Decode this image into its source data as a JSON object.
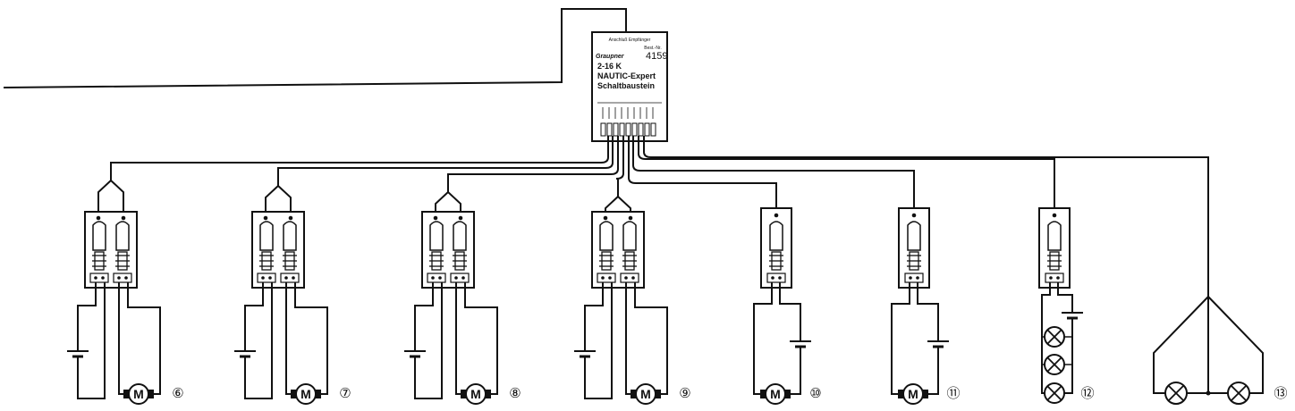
{
  "module": {
    "brand": "Graupner",
    "best_nr_label": "Best.-Nr.",
    "part_number": "4159",
    "top_label": "Anschluß Empfänger",
    "model": "2-16 K",
    "name": "NAUTIC-Expert",
    "type": "Schaltbaustein"
  },
  "outputs": [
    {
      "id": "6",
      "label": "⑥",
      "load": "motor",
      "switch": "double"
    },
    {
      "id": "7",
      "label": "⑦",
      "load": "motor",
      "switch": "double"
    },
    {
      "id": "8",
      "label": "⑧",
      "load": "motor",
      "switch": "double"
    },
    {
      "id": "9",
      "label": "⑨",
      "load": "motor",
      "switch": "double"
    },
    {
      "id": "10",
      "label": "⑩",
      "load": "motor",
      "switch": "single"
    },
    {
      "id": "11",
      "label": "⑪",
      "load": "motor",
      "switch": "single"
    },
    {
      "id": "12",
      "label": "⑫",
      "load": "lamps",
      "switch": "single"
    },
    {
      "id": "13",
      "label": "⑬",
      "load": "lamps",
      "switch": "none"
    }
  ],
  "motor_symbol": "M",
  "colors": {
    "line": "#111111",
    "background": "#ffffff"
  }
}
